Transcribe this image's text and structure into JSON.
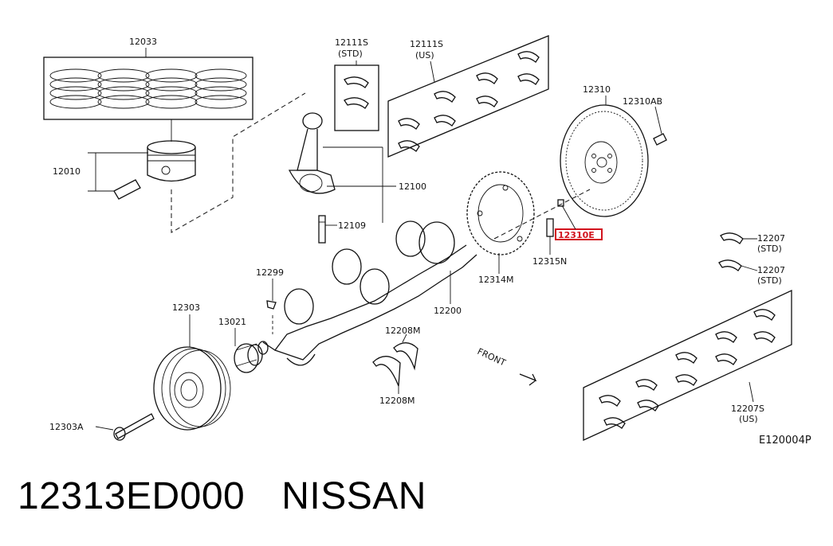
{
  "diagram": {
    "ref_code": "E120004P",
    "front_label": "FRONT",
    "callouts": {
      "piston_rings": "12033",
      "piston": "12010",
      "bearing_std_top": "12111S",
      "bearing_std_top_sub": "(STD)",
      "bearing_us_top": "12111S",
      "bearing_us_top_sub": "(US)",
      "connecting_rod": "12100",
      "rod_bolt": "12109",
      "flywheel": "12310",
      "flywheel_bolt": "12310AB",
      "highlighted_part": "12310E",
      "flywheel_pin": "12315N",
      "signal_plate": "12314M",
      "crankshaft": "12200",
      "key": "12299",
      "pulley": "12303",
      "sprocket": "13021",
      "pulley_bolt": "12303A",
      "thrust_upper": "12208M",
      "thrust_lower": "12208M",
      "main_bearing_1": "12207",
      "main_bearing_1_sub": "(STD)",
      "main_bearing_2": "12207",
      "main_bearing_2_sub": "(STD)",
      "main_bearing_us": "12207S",
      "main_bearing_us_sub": "(US)"
    }
  },
  "caption": {
    "part_number": "12313ED000",
    "brand": "NISSAN"
  },
  "colors": {
    "highlight": "#d2141e",
    "line": "#111111"
  }
}
